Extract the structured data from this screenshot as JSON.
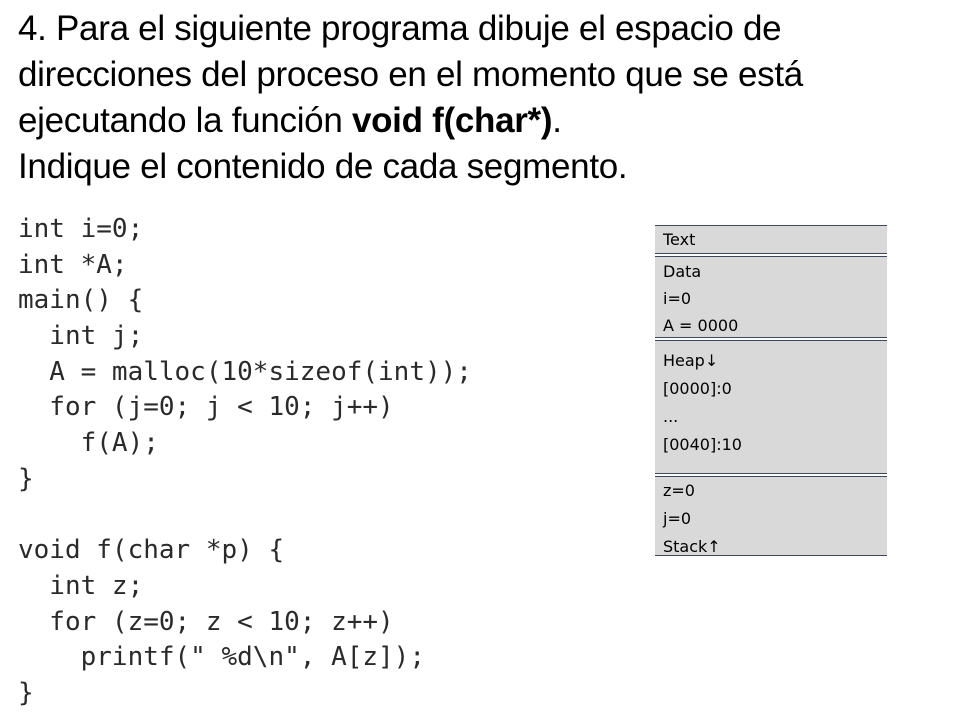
{
  "heading": {
    "line1": "4. Para el siguiente programa dibuje el espacio de",
    "line2": "direcciones del proceso en el momento que se está",
    "line3_prefix": "ejecutando la función  ",
    "line3_bold": "void f(char*)",
    "line3_suffix": ".",
    "line4": "Indique el contenido de cada segmento."
  },
  "code_lines": [
    "int i=0;",
    "int *A;",
    "main() {",
    "  int j;",
    "  A = malloc(10*sizeof(int));",
    "  for (j=0; j < 10; j++)",
    "    f(A);",
    "}",
    "",
    "void f(char *p) {",
    "  int z;",
    "  for (z=0; z < 10; z++)",
    "    printf(\" %d\\n\", A[z]);",
    "}"
  ],
  "memory": {
    "text": [
      "Text"
    ],
    "data": [
      "Data",
      "i=0",
      "A = 0000"
    ],
    "heap": [
      "Heap↓",
      "[0000]:0",
      "...",
      "[0040]:10"
    ],
    "stack": [
      "z=0",
      "j=0",
      "Stack↑"
    ]
  },
  "colors": {
    "segment_fill": "#d9d9d9",
    "segment_border": "#3a4a5a",
    "code_text": "#2a2a2a"
  }
}
